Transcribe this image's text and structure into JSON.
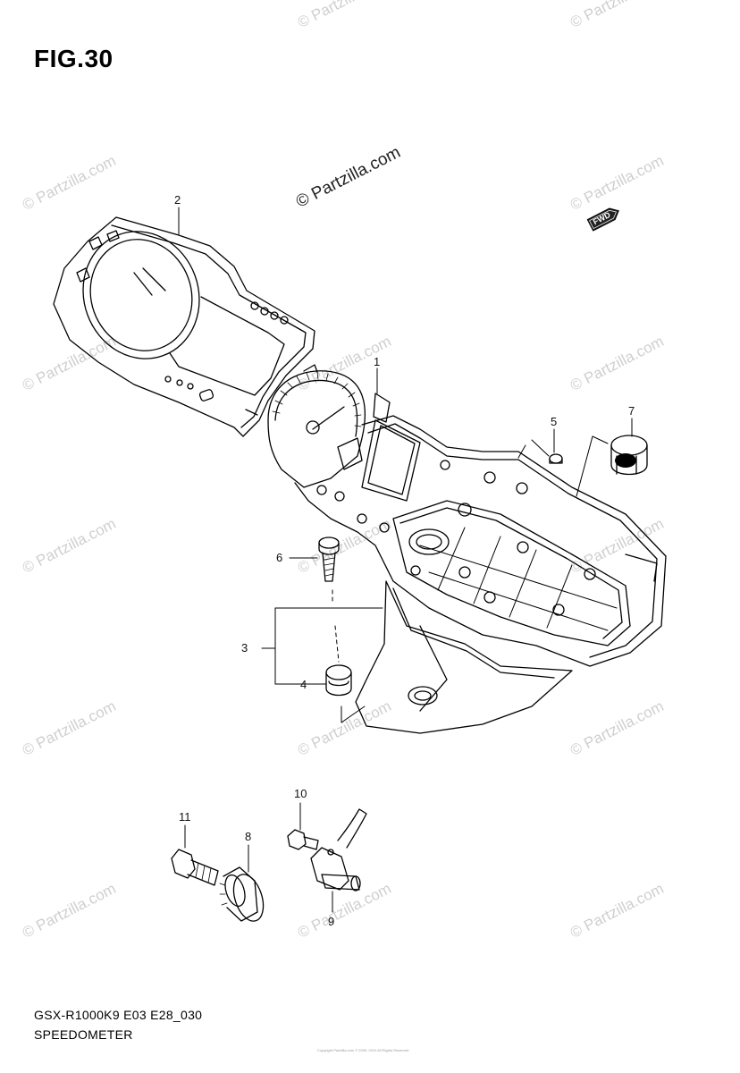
{
  "figure": {
    "title": "FIG.30",
    "model_code": "GSX-R1000K9 E03 E28_030",
    "caption": "SPEEDOMETER",
    "footer_copy": "Copyright Partzilla.com © 2009, 2010 All Rights Reserved"
  },
  "direction_badge": {
    "label": "FWD"
  },
  "watermark": {
    "text": "© Partzilla.com",
    "light_color": "#cfcfcf",
    "dark_color": "#222222"
  },
  "callouts": [
    {
      "id": "1",
      "label": "1"
    },
    {
      "id": "2",
      "label": "2"
    },
    {
      "id": "3",
      "label": "3"
    },
    {
      "id": "4",
      "label": "4"
    },
    {
      "id": "5",
      "label": "5"
    },
    {
      "id": "6",
      "label": "6"
    },
    {
      "id": "7",
      "label": "7"
    },
    {
      "id": "8",
      "label": "8"
    },
    {
      "id": "9",
      "label": "9"
    },
    {
      "id": "10",
      "label": "10"
    },
    {
      "id": "11",
      "label": "11"
    }
  ]
}
